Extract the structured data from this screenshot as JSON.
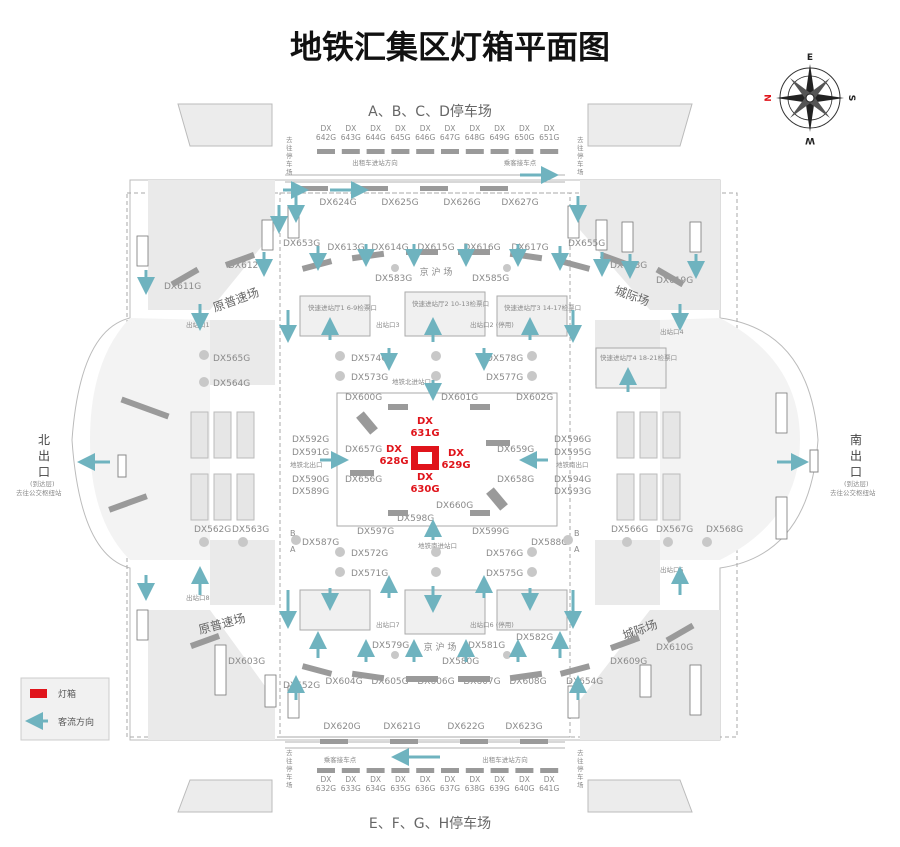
{
  "title": "地铁汇集区灯箱平面图",
  "compass": {
    "n": "N",
    "s": "S",
    "e": "E",
    "w": "W"
  },
  "parking_top": "A、B、C、D停车场",
  "parking_bottom": "E、F、G、H停车场",
  "exit_north": {
    "chars": [
      "北",
      "出",
      "口"
    ],
    "note1": "(到达层)",
    "note2": "去往公交枢纽站"
  },
  "exit_south": {
    "chars": [
      "南",
      "出",
      "口"
    ],
    "note1": "(到达层)",
    "note2": "去往公交枢纽站"
  },
  "zones": {
    "yuanpu_top": "原普速场",
    "yuanpu_bottom": "原普速场",
    "chengji_top": "城际场",
    "chengji_bottom": "城际场",
    "jinghu_top": "京 沪 场",
    "jinghu_bottom": "京 沪 场"
  },
  "legend": {
    "lightbox": "灯箱",
    "flow": "客流方向"
  },
  "colors": {
    "lightbox": "#e0141b",
    "flow_arrow": "#6fb3bf",
    "panel": "#9a9a9a",
    "floor": "#f0f0f0"
  },
  "parking_ad_top": [
    "DX 642G",
    "DX 643G",
    "DX 644G",
    "DX 645G",
    "DX 646G",
    "DX 647G",
    "DX 648G",
    "DX 649G",
    "DX 650G",
    "DX 651G"
  ],
  "parking_ad_bottom": [
    "DX 632G",
    "DX 633G",
    "DX 634G",
    "DX 635G",
    "DX 636G",
    "DX 637G",
    "DX 638G",
    "DX 639G",
    "DX 640G",
    "DX 641G"
  ],
  "top_row": [
    "DX624G",
    "DX625G",
    "DX626G",
    "DX627G"
  ],
  "top_arc": [
    "DX613G",
    "DX614G",
    "DX615G",
    "DX616G",
    "DX617G"
  ],
  "bottom_arc": [
    "DX604G",
    "DX605G",
    "DX606G",
    "DX607G",
    "DX608G"
  ],
  "bottom_row": [
    "DX620G",
    "DX621G",
    "DX622G",
    "DX623G"
  ],
  "side_labels": {
    "dx653": "DX653G",
    "dx655": "DX655G",
    "dx652": "DX652G",
    "dx654": "DX654G",
    "dx611": "DX611G",
    "dx612": "DX612G",
    "dx618": "DX618G",
    "dx619": "DX619G",
    "dx603": "DX603G",
    "dx609": "DX609G",
    "dx610": "DX610G",
    "dx583": "DX583G",
    "dx585": "DX585G",
    "dx579": "DX579G",
    "dx580": "DX580G",
    "dx581": "DX581G",
    "dx582": "DX582G",
    "dx565": "DX565G",
    "dx564": "DX564G",
    "dx562": "DX562G",
    "dx563": "DX563G",
    "dx566": "DX566G",
    "dx567": "DX567G",
    "dx568": "DX568G",
    "dx574": "DX574G",
    "dx573": "DX573G",
    "dx578": "DX578G",
    "dx577": "DX577G",
    "dx572": "DX572G",
    "dx571": "DX571G",
    "dx576": "DX576G",
    "dx575": "DX575G",
    "dx587": "DX587G",
    "dx588": "DX588G",
    "dx600": "DX600G",
    "dx601": "DX601G",
    "dx602": "DX602G",
    "dx592": "DX592G",
    "dx591": "DX591G",
    "dx590": "DX590G",
    "dx589": "DX589G",
    "dx596": "DX596G",
    "dx595": "DX595G",
    "dx594": "DX594G",
    "dx593": "DX593G",
    "dx657": "DX657G",
    "dx656": "DX656G",
    "dx659": "DX659G",
    "dx658": "DX658G",
    "dx660": "DX660G",
    "dx598": "DX598G",
    "dx597": "DX597G",
    "dx599": "DX599G"
  },
  "center_red": {
    "top": [
      "DX",
      "631G"
    ],
    "left": [
      "DX",
      "628G"
    ],
    "right": [
      "DX",
      "629G"
    ],
    "bottom": [
      "DX",
      "630G"
    ]
  },
  "small_text": {
    "taxi_dir_top": "出租车进站方向",
    "pickup_top": "乘客接车点",
    "taxi_dir_bottom": "出租车进站方向",
    "pickup_bottom": "乘客接车点",
    "to_parking": "去往停车场",
    "gate_top_left": "快速进站厅1 6-9检票口",
    "gate_top_mid": "快速进站厅2 10-13检票口",
    "gate_top_right": "快速进站厅3 14-17检票口",
    "gate_right": "快速进站厅4 18-21检票口",
    "exit1": "出站口1",
    "exit2": "出站口2 (停用)",
    "exit3": "出站口3",
    "exit4": "出站口4",
    "exit5": "出站口5",
    "exit6": "出站口6 (停用)",
    "exit7": "出站口7",
    "exit8": "出站口8",
    "metro_n": "地铁北出口",
    "metro_s": "地铁南出口",
    "metro_top": "地铁北进站口",
    "metro_bottom": "地铁南进站口",
    "A": "A",
    "B": "B"
  }
}
